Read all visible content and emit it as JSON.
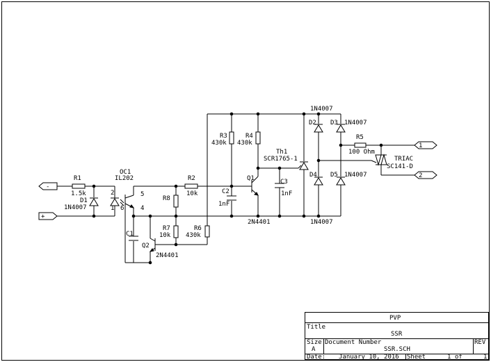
{
  "title_block": {
    "company": "PVP",
    "title_label": "Title",
    "title": "SSR",
    "size_label": "Size",
    "size": "A",
    "doc_number_label": "Document Number",
    "doc_number": "SSR.SCH",
    "rev_label": "REV",
    "date_label": "Date:",
    "date": "January 10, 2016",
    "sheet_label": "Sheet",
    "sheet_number": "1",
    "sheet_of": "of",
    "sheet_total": "1"
  },
  "ports": {
    "input_minus": "-",
    "input_plus": "+",
    "output_1": "1",
    "output_2": "2"
  },
  "components": {
    "r1": {
      "ref": "R1",
      "value": "1.5k"
    },
    "d1": {
      "ref": "D1",
      "value": "1N4007"
    },
    "oc1": {
      "ref": "OC1",
      "value": "IL202",
      "pin1": "1",
      "pin2": "2",
      "pin4": "4",
      "pin5": "5",
      "pin6": "6"
    },
    "c1": {
      "ref": "C1"
    },
    "q2": {
      "ref": "Q2",
      "value": "2N4401"
    },
    "r8": {
      "ref": "R8"
    },
    "r7": {
      "ref": "R7",
      "value": "10k"
    },
    "r6": {
      "ref": "R6",
      "value": "430k"
    },
    "r2": {
      "ref": "R2",
      "value": "10k"
    },
    "c2": {
      "ref": "C2",
      "value": "1nF"
    },
    "r3": {
      "ref": "R3",
      "value": "430k"
    },
    "r4": {
      "ref": "R4",
      "value": "430k"
    },
    "q1": {
      "ref": "Q1",
      "value": "2N4401"
    },
    "c3": {
      "ref": "C3",
      "value": "1nF"
    },
    "th1": {
      "ref": "Th1",
      "value": "SCR1765-1"
    },
    "d2": {
      "ref": "D2"
    },
    "d3": {
      "ref": "D3",
      "value": "1N4007"
    },
    "d4": {
      "ref": "D4"
    },
    "d5": {
      "ref": "D5",
      "value": "1N4007"
    },
    "bridge_top_label": "1N4007",
    "bridge_bottom_label": "1N4007",
    "r5": {
      "ref": "R5",
      "value": "100 Ohm"
    },
    "triac": {
      "ref": "TRIAC",
      "value": "SC141-D"
    }
  }
}
